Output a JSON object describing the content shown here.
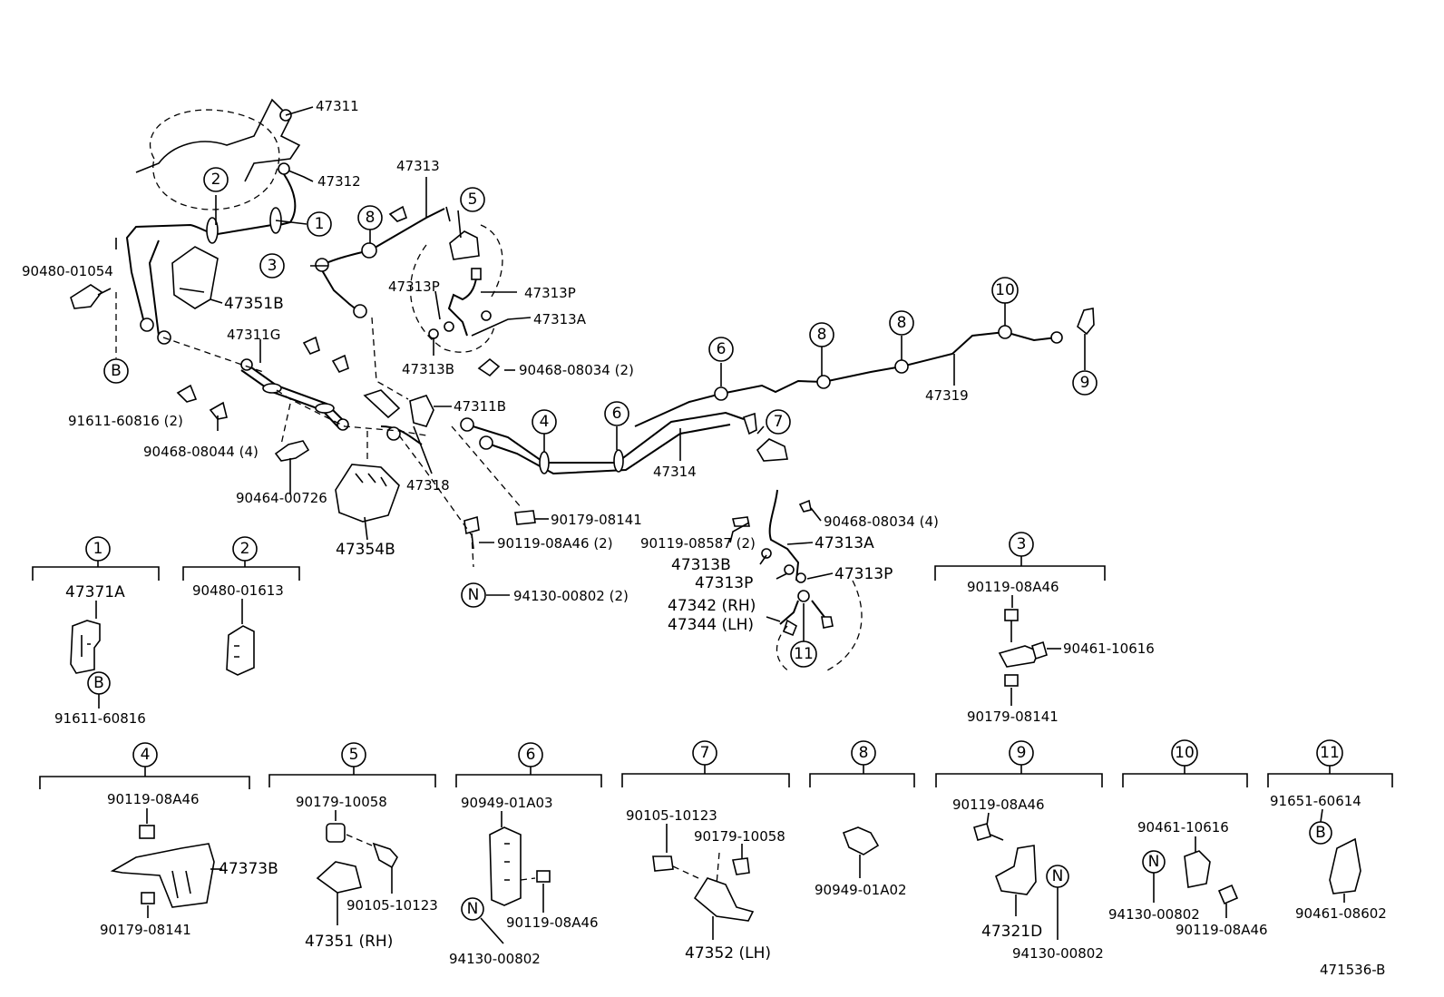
{
  "labels": {
    "p47311": "47311",
    "p47312": "47312",
    "p47313": "47313",
    "p90480_01054": "90480-01054",
    "p47351B": "47351B",
    "p47313P_a": "47313P",
    "p47313P_b": "47313P",
    "p47313A_a": "47313A",
    "p47311G": "47311G",
    "p47313B_a": "47313B",
    "p90468_08034_2": "90468-08034 (2)",
    "p91611_60816_2": "91611-60816 (2)",
    "p47311B": "47311B",
    "p90468_08044_4": "90468-08044 (4)",
    "p47319": "47319",
    "p47314": "47314",
    "p47318": "47318",
    "p90464_00726": "90464-00726",
    "p47354B": "47354B",
    "p90179_08141_a": "90179-08141",
    "p90119_08A46_2": "90119-08A46 (2)",
    "p94130_00802_2": "94130-00802 (2)",
    "p90468_08034_4": "90468-08034 (4)",
    "p90119_08587_2": "90119-08587 (2)",
    "p47313A_b": "47313A",
    "p47313B_b": "47313B",
    "p47313P_c": "47313P",
    "p47313P_d": "47313P",
    "p47342": "47342 (RH)",
    "p47344": "47344 (LH)",
    "d1_47371A": "47371A",
    "d1_91611_60816": "91611-60816",
    "d2_90480_01613": "90480-01613",
    "d3_90119_08A46": "90119-08A46",
    "d3_90461_10616": "90461-10616",
    "d3_90179_08141": "90179-08141",
    "d4_90119_08A46": "90119-08A46",
    "d4_47373B": "47373B",
    "d4_90179_08141": "90179-08141",
    "d5_90179_10058": "90179-10058",
    "d5_90105_10123": "90105-10123",
    "d5_47351": "47351 (RH)",
    "d6_90949_01A03": "90949-01A03",
    "d6_90119_08A46": "90119-08A46",
    "d6_94130_00802": "94130-00802",
    "d7_90105_10123": "90105-10123",
    "d7_90179_10058": "90179-10058",
    "d7_47352": "47352 (LH)",
    "d8_90949_01A02": "90949-01A02",
    "d9_90119_08A46": "90119-08A46",
    "d9_47321D": "47321D",
    "d9_94130_00802": "94130-00802",
    "d10_90461_10616": "90461-10616",
    "d10_94130_00802": "94130-00802",
    "d10_90119_08A46": "90119-08A46",
    "d11_91651_60614": "91651-60614",
    "d11_90461_08602": "90461-08602",
    "ref": "471536-B"
  },
  "callouts": {
    "c1": "1",
    "c2": "2",
    "c3": "3",
    "c4": "4",
    "c5": "5",
    "c6": "6",
    "c7": "7",
    "c8": "8",
    "c9": "9",
    "c10": "10",
    "c11": "11",
    "B": "B",
    "N": "N"
  },
  "detail_headers": {
    "h1": "1",
    "h2": "2",
    "h3": "3",
    "h4": "4",
    "h5": "5",
    "h6": "6",
    "h7": "7",
    "h8": "8",
    "h9": "9",
    "h10": "10",
    "h11": "11"
  }
}
